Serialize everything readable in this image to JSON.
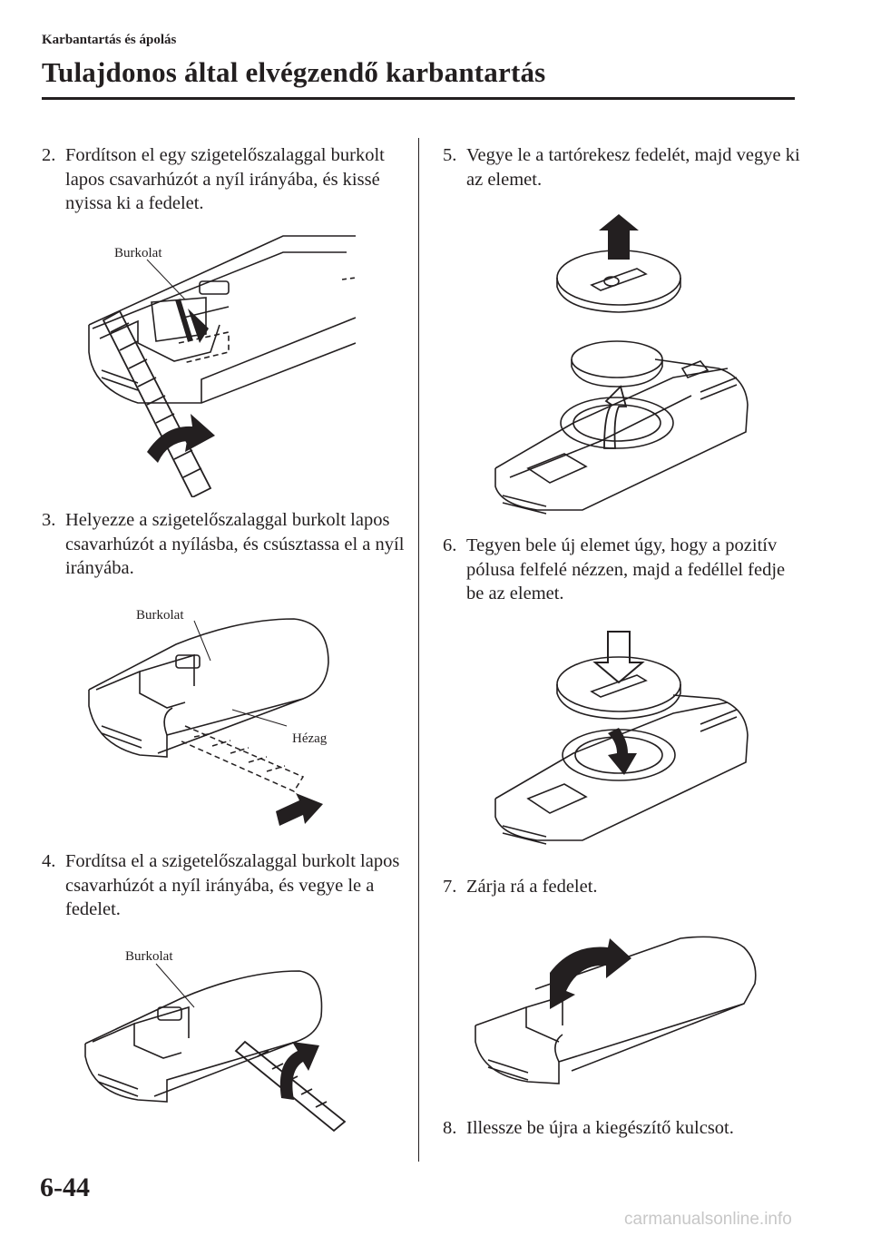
{
  "header": {
    "breadcrumb": "Karbantartás és ápolás",
    "title": "Tulajdonos által elvégzendő karbantartás"
  },
  "steps": [
    {
      "number": "2.",
      "text": "Fordítson el egy szigetelőszalaggal burkolt lapos csavarhúzót a nyíl irányába, és kissé nyissa ki a fedelet."
    },
    {
      "number": "3.",
      "text": "Helyezze a szigetelőszalaggal burkolt lapos csavarhúzót a nyílásba, és csúsztassa el a nyíl irányába."
    },
    {
      "number": "4.",
      "text": "Fordítsa el a szigetelőszalaggal burkolt lapos csavarhúzót a nyíl irányába, és vegye le a fedelet."
    },
    {
      "number": "5.",
      "text": "Vegye le a tartórekesz fedelét, majd vegye ki az elemet."
    },
    {
      "number": "6.",
      "text": "Tegyen bele új elemet úgy, hogy a pozitív pólusa felfelé nézzen, majd a fedéllel fedje be az elemet."
    },
    {
      "number": "7.",
      "text": "Zárja rá a fedelet."
    },
    {
      "number": "8.",
      "text": "Illessze be újra a kiegészítő kulcsot."
    }
  ],
  "figures": {
    "fig2": {
      "label_cover": "Burkolat"
    },
    "fig3": {
      "label_cover": "Burkolat",
      "label_gap": "Hézag"
    },
    "fig4": {
      "label_cover": "Burkolat"
    }
  },
  "footer": {
    "page_number": "6-44",
    "watermark": "carmanualsonline.info"
  }
}
